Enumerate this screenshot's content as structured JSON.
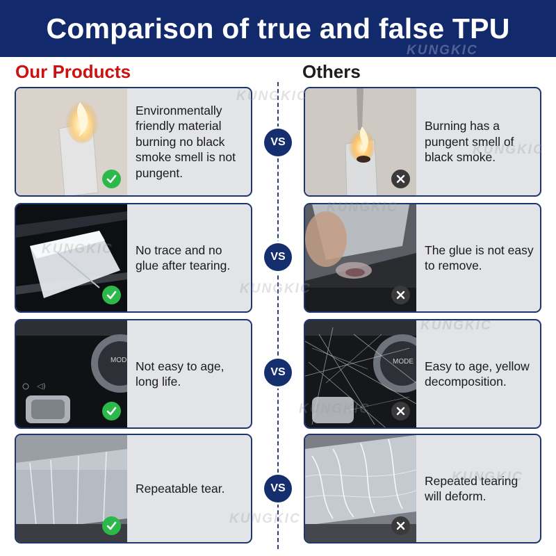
{
  "header": {
    "title": "Comparison of true and false TPU"
  },
  "columns": {
    "ours": "Our Products",
    "others": "Others"
  },
  "vs_label": "VS",
  "watermark": "KUNGKIC",
  "colors": {
    "header_bg": "#122a6b",
    "accent_red": "#cc1111",
    "check_green": "#2db84b",
    "cross_dark": "#3a3a3a",
    "card_bg": "#e2e4e8",
    "border_navy": "#1f3570"
  },
  "rows": [
    {
      "ours": {
        "text": "Environmentally friendly material burning no black smoke smell is not pungent.",
        "photo": "burning-film-clear-photo",
        "badge": "check-icon"
      },
      "others": {
        "text": "Burning has a pungent smell of black smoke.",
        "photo": "burning-film-smoke-photo",
        "badge": "cross-icon"
      }
    },
    {
      "ours": {
        "text": "No trace and no glue after tearing.",
        "photo": "clean-peel-photo",
        "badge": "check-icon"
      },
      "others": {
        "text": "The glue is not easy to remove.",
        "photo": "glue-residue-photo",
        "badge": "cross-icon"
      }
    },
    {
      "ours": {
        "text": "Not easy to age, long life.",
        "photo": "console-clear-photo",
        "badge": "check-icon"
      },
      "others": {
        "text": "Easy to age, yellow decomposition.",
        "photo": "console-scratched-photo",
        "badge": "cross-icon"
      }
    },
    {
      "ours": {
        "text": "Repeatable tear.",
        "photo": "film-stretch-clear-photo",
        "badge": "check-icon"
      },
      "others": {
        "text": "Repeated tearing will deform.",
        "photo": "film-deformed-photo",
        "badge": "cross-icon"
      }
    }
  ]
}
